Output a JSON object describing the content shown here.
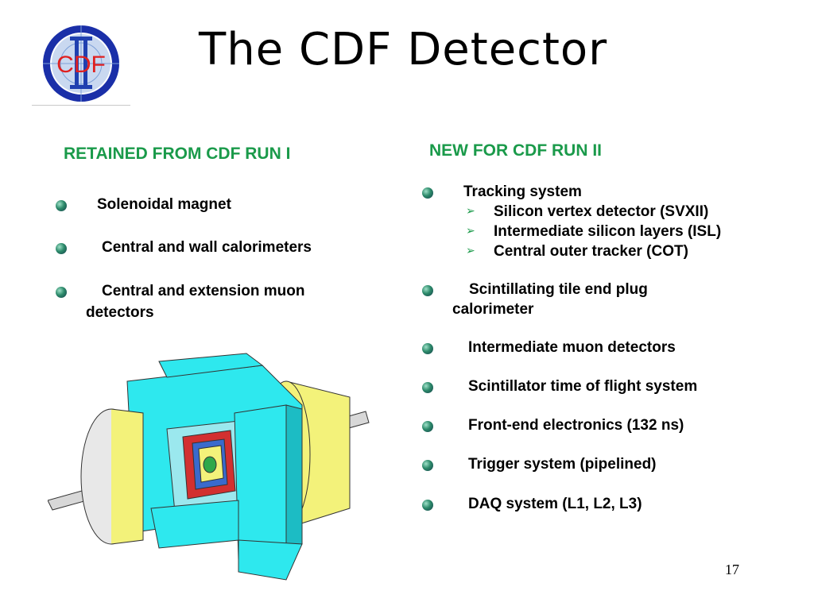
{
  "logo": {
    "text": "CDF",
    "numeral": "II"
  },
  "title": "The CDF Detector",
  "left": {
    "heading": "RETAINED FROM CDF RUN I",
    "items": [
      "Solenoidal magnet",
      "Central and wall calorimeters",
      "Central and extension muon",
      "detectors"
    ]
  },
  "right": {
    "heading": "NEW FOR CDF RUN II",
    "tracking": {
      "label": "Tracking system",
      "subitems": [
        "Silicon vertex detector (SVXII)",
        "Intermediate silicon layers (ISL)",
        "Central outer tracker (COT)"
      ]
    },
    "items": [
      "Scintillating tile end plug",
      "calorimeter",
      "Intermediate muon detectors",
      "Scintillator time of flight system",
      "Front-end electronics (132 ns)",
      "Trigger system (pipelined)",
      "DAQ system (L1, L2, L3)"
    ]
  },
  "page_number": "17",
  "colors": {
    "heading": "#1a9a4a",
    "logo_ring": "#1a2f9a",
    "logo_text": "#e02020"
  }
}
